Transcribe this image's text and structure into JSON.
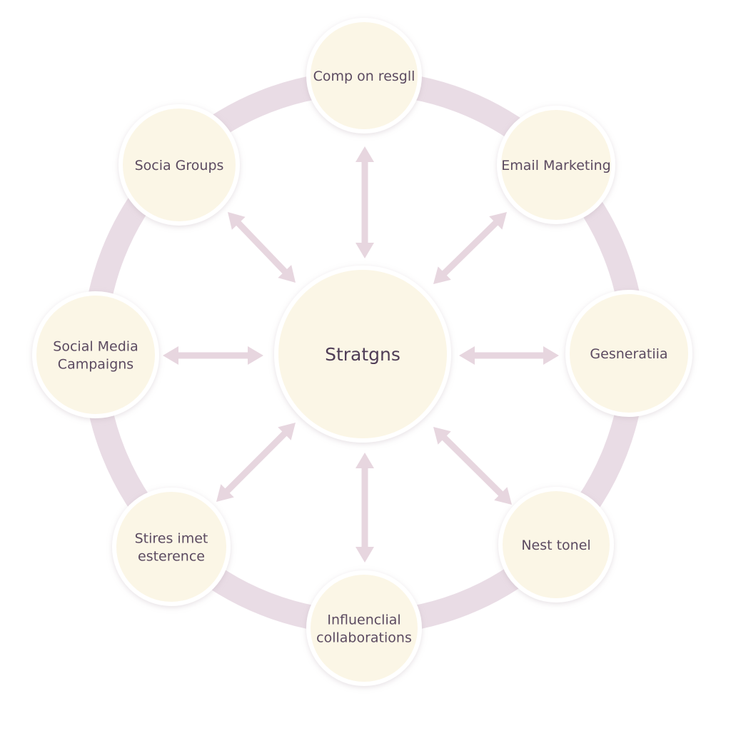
{
  "diagram": {
    "center": {
      "label": "Stratgns"
    },
    "nodes": [
      {
        "id": "top",
        "lines": [
          "Comp on resgll"
        ]
      },
      {
        "id": "top-right",
        "lines": [
          "Email Marketing"
        ]
      },
      {
        "id": "right",
        "lines": [
          "Gesneratiia"
        ]
      },
      {
        "id": "bottom-right",
        "lines": [
          "Nest tonel"
        ]
      },
      {
        "id": "bottom",
        "lines": [
          "Influenclial",
          "collaborations"
        ]
      },
      {
        "id": "bottom-left",
        "lines": [
          "Stires imet",
          "esterence"
        ]
      },
      {
        "id": "left",
        "lines": [
          "Social Media",
          "Campaigns"
        ]
      },
      {
        "id": "top-left",
        "lines": [
          "Socia Groups"
        ]
      }
    ],
    "colors": {
      "ring": "#e9dce5",
      "arrow": "#e7d6df",
      "node_fill": "#fbf6e6",
      "node_stroke": "#ffffff",
      "text": "#5b4a60",
      "center_text": "#4f3d56"
    }
  }
}
